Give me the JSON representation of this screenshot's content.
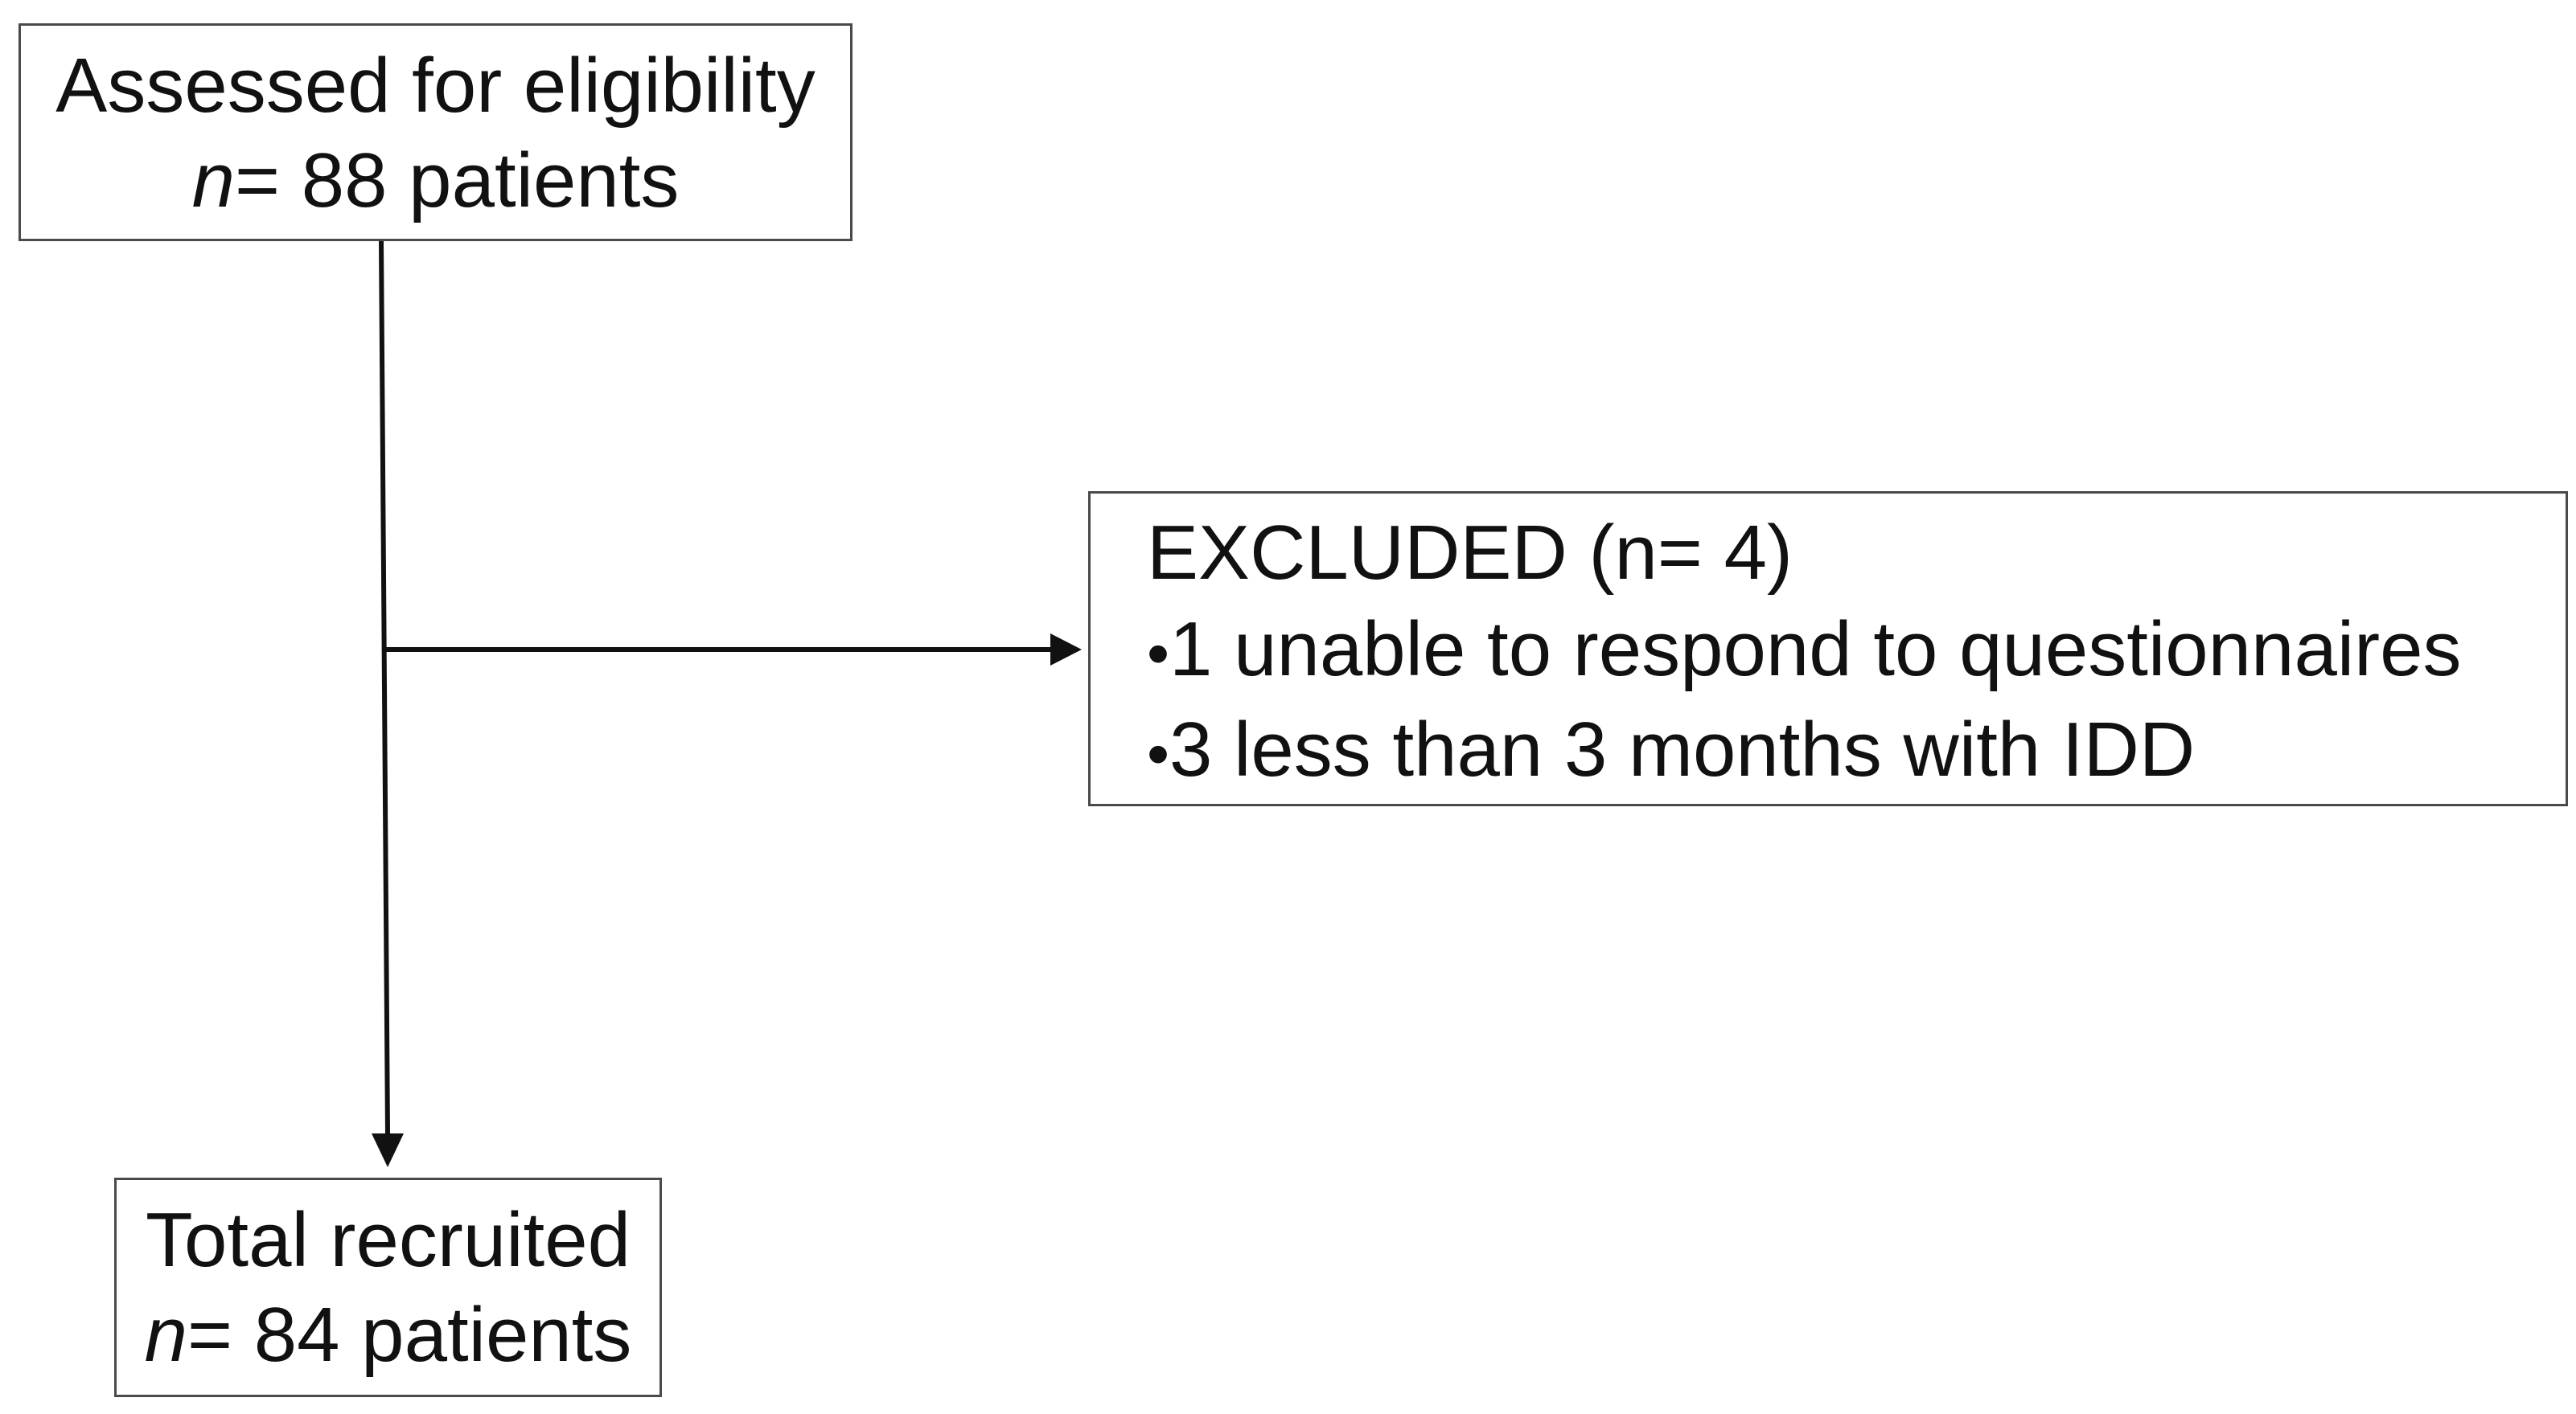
{
  "assessed": {
    "title": "Assessed for eligibility",
    "n_symbol": "n",
    "n_text": "= 88 patients"
  },
  "excluded": {
    "title": "EXCLUDED (n= 4)",
    "bullet_glyph": "•",
    "items": [
      "1 unable to respond to questionnaires",
      "3 less than 3 months with IDD"
    ]
  },
  "recruited": {
    "title": "Total recruited",
    "n_symbol": "n",
    "n_text": "= 84 patients"
  }
}
